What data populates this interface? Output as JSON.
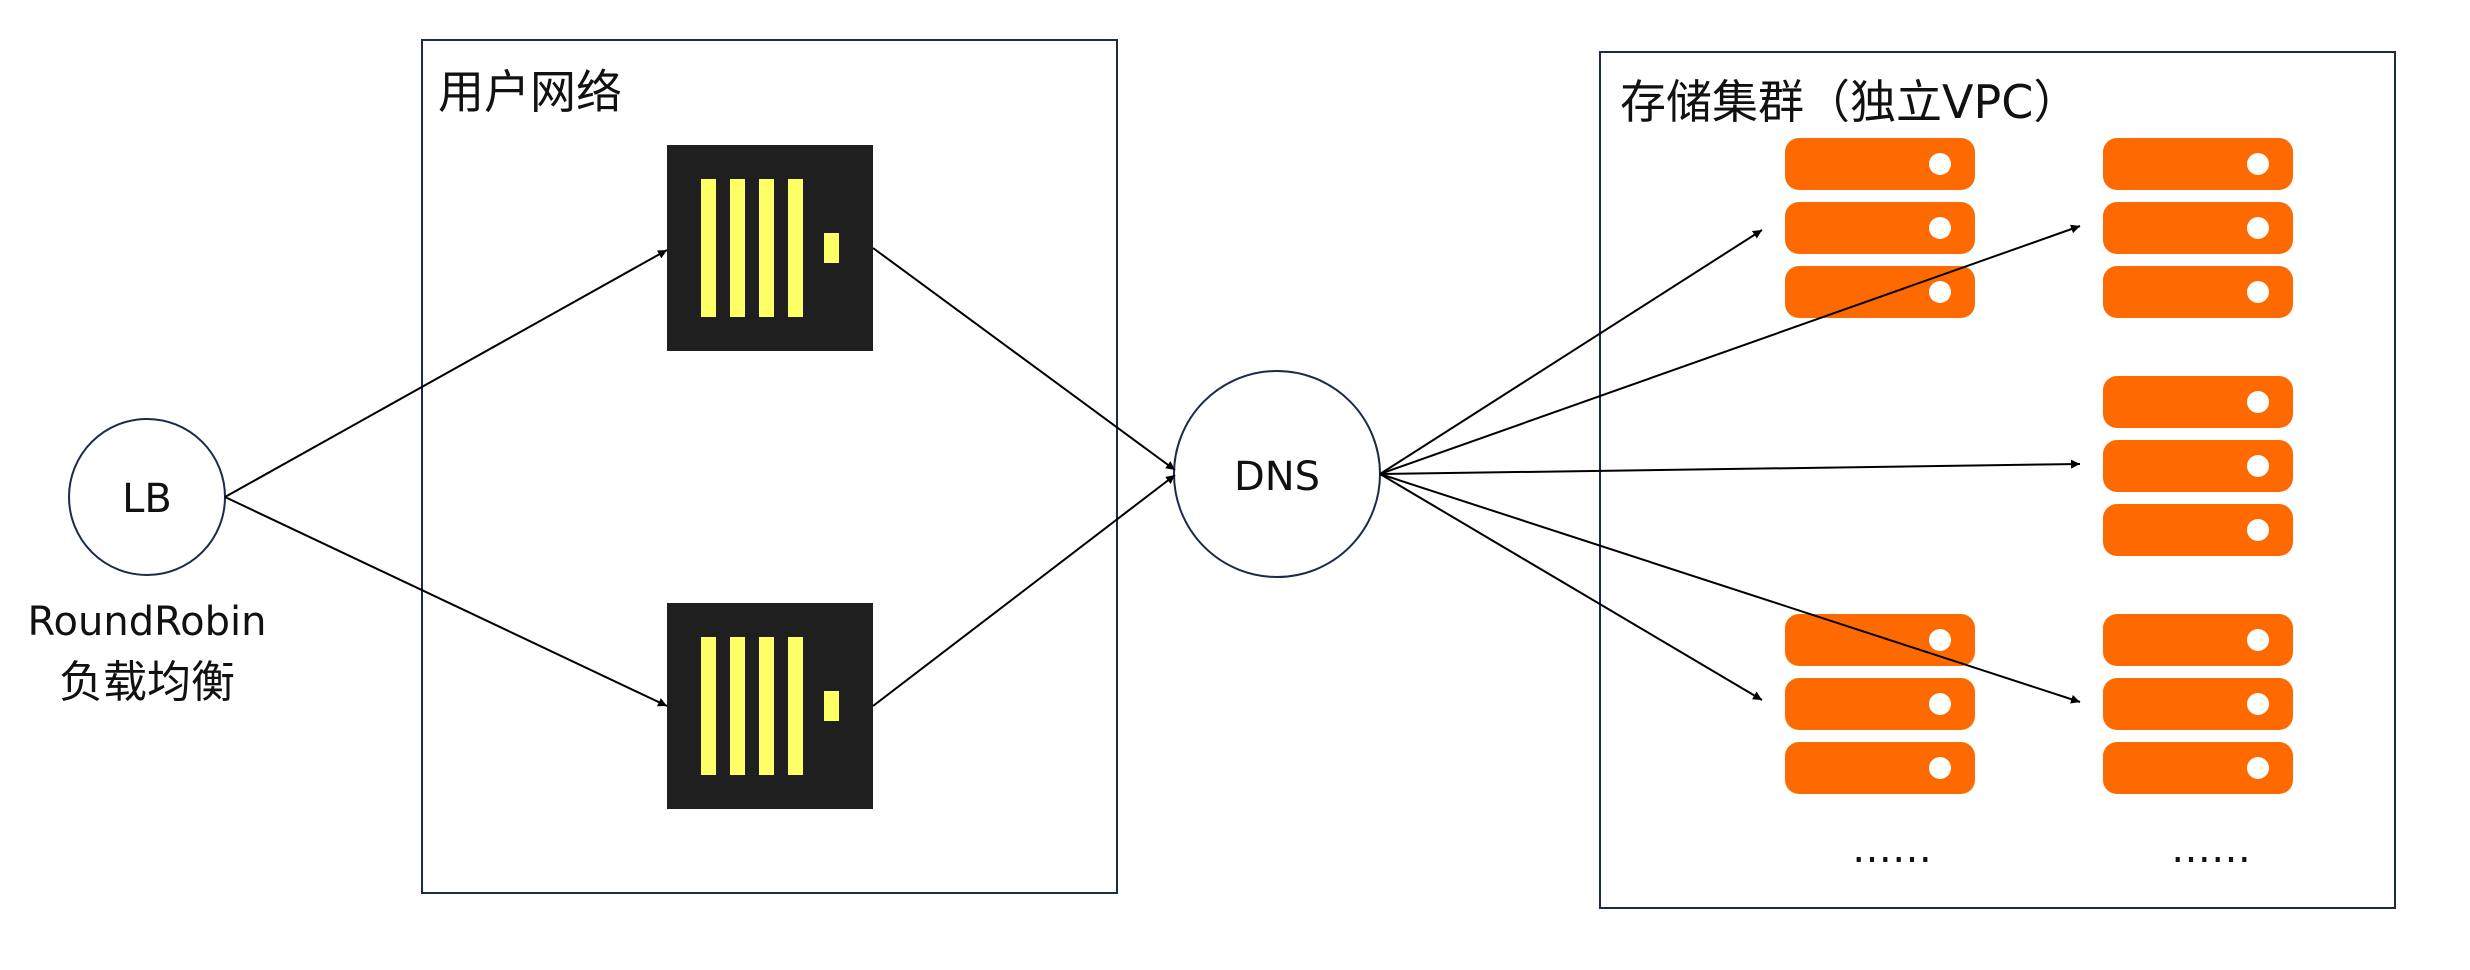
{
  "lb": {
    "label": "LB",
    "caption_line1": "RoundRobin",
    "caption_line2": "负载均衡"
  },
  "user_network": {
    "title": "用户网络",
    "node_count": 2
  },
  "dns": {
    "label": "DNS"
  },
  "storage_cluster": {
    "title": "存储集群（独立VPC）",
    "ellipsis_left": "……",
    "ellipsis_right": "……"
  },
  "colors": {
    "server": "#ff6a00",
    "app_bg": "#1f1f1f",
    "app_bar": "#ffff66",
    "stroke": "#000000",
    "box_border": "#1c2b4a"
  },
  "icons": {
    "server": "server-rack-icon",
    "app": "container-app-icon"
  }
}
